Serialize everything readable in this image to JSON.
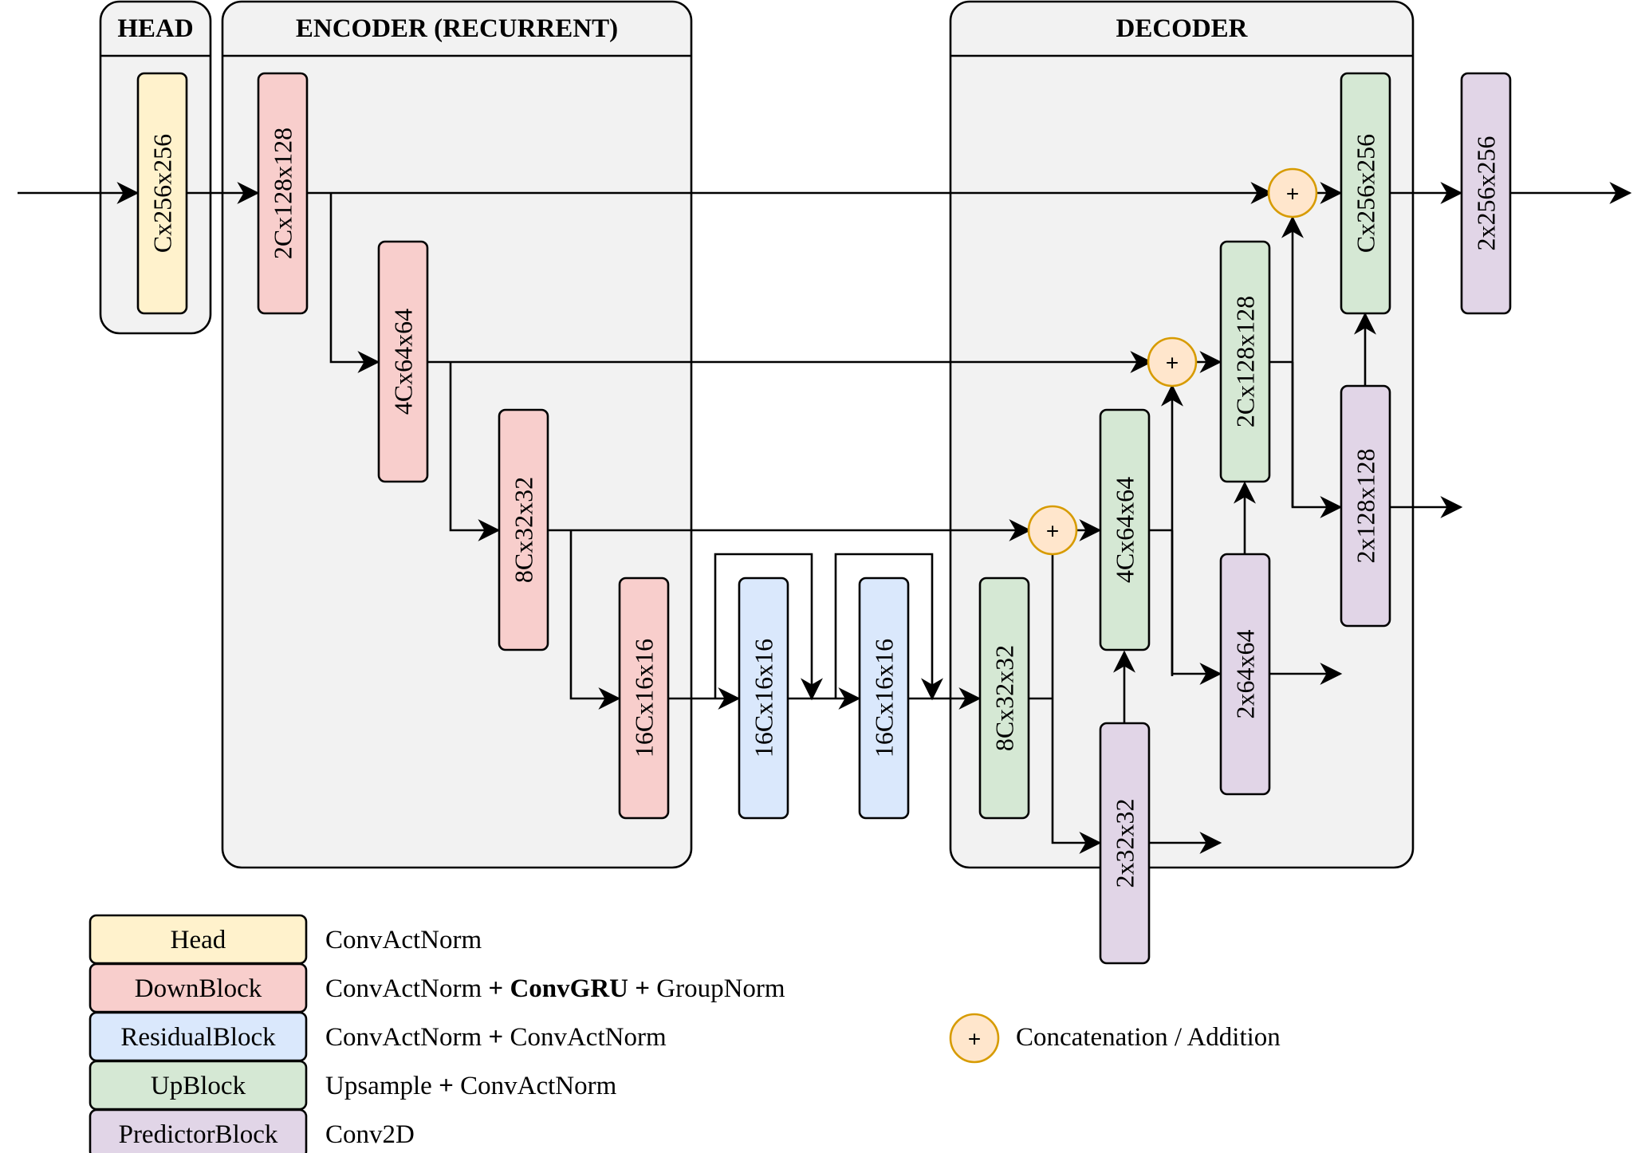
{
  "groups": {
    "head": "HEAD",
    "encoder": "ENCODER (RECURRENT)",
    "decoder": "DECODER"
  },
  "colors": {
    "head": "#fff2cc",
    "down": "#f8cecc",
    "residual": "#dae8fc",
    "up": "#d5e8d4",
    "predictor": "#e1d5e7",
    "concat_fill": "#ffe6cc",
    "concat_stroke": "#d79b00",
    "group_fill": "#f2f2f2"
  },
  "blocks": {
    "head": "Cx256x256",
    "down1": "2Cx128x128",
    "down2": "4Cx64x64",
    "down3": "8Cx32x32",
    "down4": "16Cx16x16",
    "res1": "16Cx16x16",
    "res2": "16Cx16x16",
    "up1": "8Cx32x32",
    "up2": "4Cx64x64",
    "up3": "2Cx128x128",
    "up4": "Cx256x256",
    "pred1": "2x32x32",
    "pred2": "2x64x64",
    "pred3": "2x128x128",
    "pred4": "2x256x256"
  },
  "concat_symbol": "+",
  "legend": {
    "items": [
      {
        "key": "head",
        "label": "Head",
        "desc": [
          "ConvActNorm"
        ]
      },
      {
        "key": "down",
        "label": "DownBlock",
        "desc": [
          "ConvActNorm ",
          "+ ConvGRU +",
          " GroupNorm"
        ]
      },
      {
        "key": "residual",
        "label": "ResidualBlock",
        "desc": [
          "ConvActNorm ",
          "+",
          " ConvActNorm"
        ]
      },
      {
        "key": "up",
        "label": "UpBlock",
        "desc": [
          "Upsample ",
          "+",
          " ConvActNorm"
        ]
      },
      {
        "key": "predictor",
        "label": "PredictorBlock",
        "desc": [
          "Conv2D"
        ]
      }
    ],
    "concat_label": "Concatenation / Addition"
  }
}
